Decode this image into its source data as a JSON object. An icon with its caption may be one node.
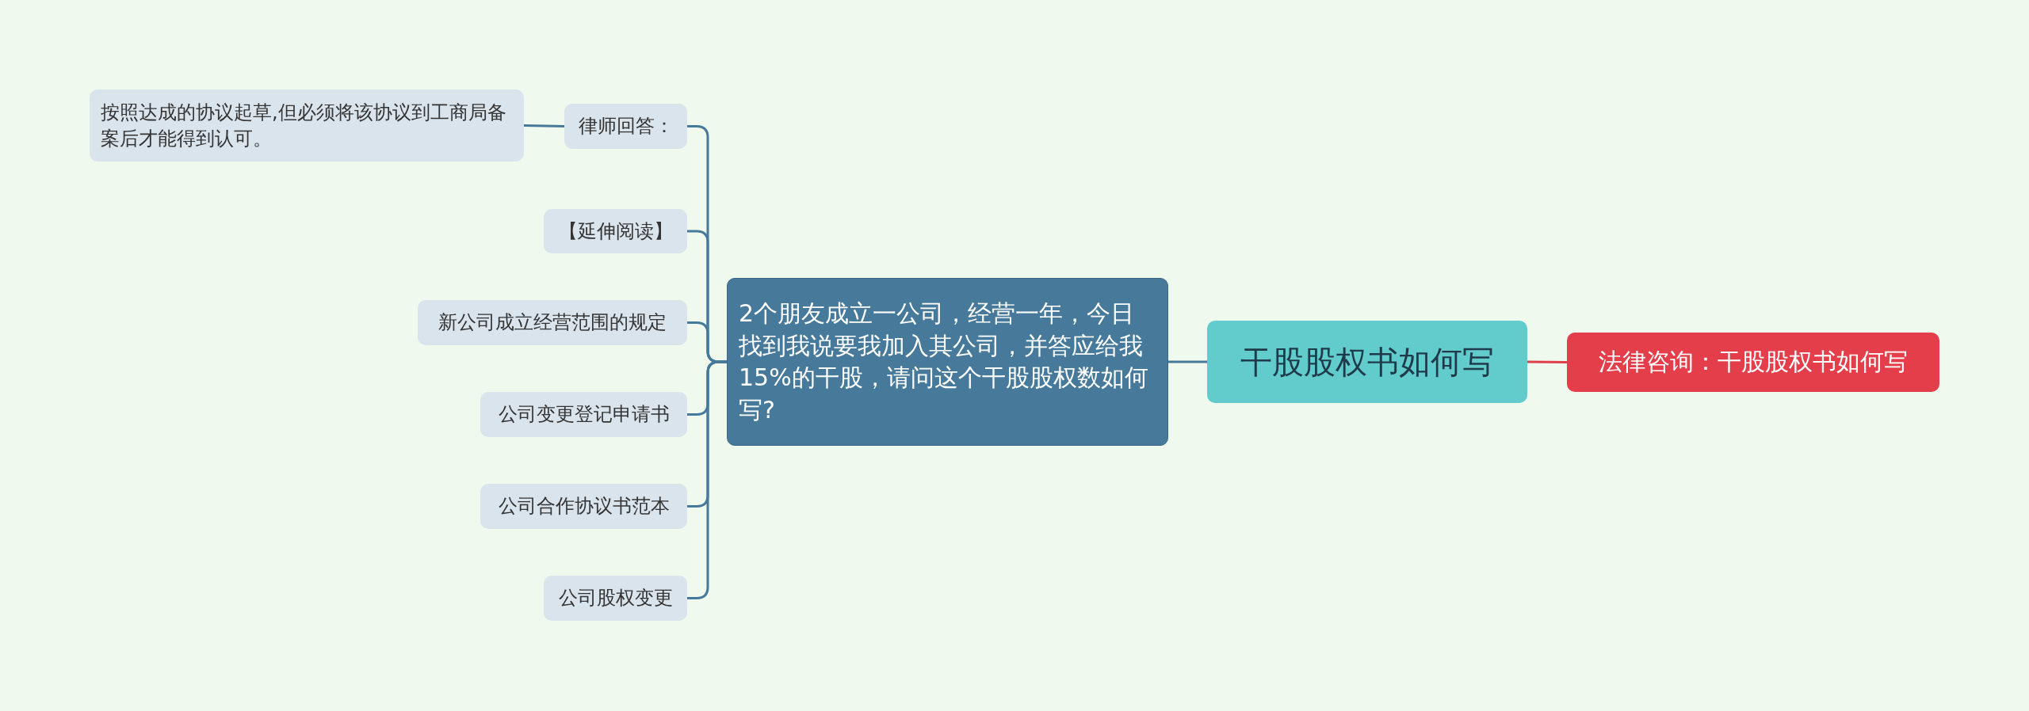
{
  "diagram": {
    "nodes": [
      {
        "text": [
          "干股股权书如何写"
        ]
      },
      {
        "text": [
          "法律咨询：干股股权书如何写"
        ]
      },
      {
        "text": [
          "2个朋友成立一公司，经营一年，今日找到我说要我加入其公司，并答应给我15%的干股，请问这个干股股权数如何写?"
        ]
      },
      {
        "text": [
          "律师回答："
        ]
      },
      {
        "text": [
          "按照达成的协议起草,但必须将该协议到工商局备案后才能得到认可。"
        ]
      },
      {
        "text": [
          "【延伸阅读】"
        ]
      },
      {
        "text": [
          "新公司成立经营范围的规定"
        ]
      },
      {
        "text": [
          "公司变更登记申请书"
        ]
      },
      {
        "text": [
          "公司合作协议书范本"
        ]
      },
      {
        "text": [
          "公司股权变更"
        ]
      }
    ],
    "edges": [
      {
        "from": 0,
        "to": 1,
        "arrow": "none",
        "color": "#e0404a"
      },
      {
        "from": 0,
        "to": 2,
        "arrow": "none"
      },
      {
        "from": 2,
        "to": 3,
        "arrow": "none"
      },
      {
        "from": 3,
        "to": 4,
        "arrow": "none"
      },
      {
        "from": 2,
        "to": 5,
        "arrow": "none"
      },
      {
        "from": 2,
        "to": 6,
        "arrow": "none"
      },
      {
        "from": 2,
        "to": 7,
        "arrow": "none"
      },
      {
        "from": 2,
        "to": 8,
        "arrow": "none"
      },
      {
        "from": 2,
        "to": 9,
        "arrow": "none"
      }
    ]
  }
}
